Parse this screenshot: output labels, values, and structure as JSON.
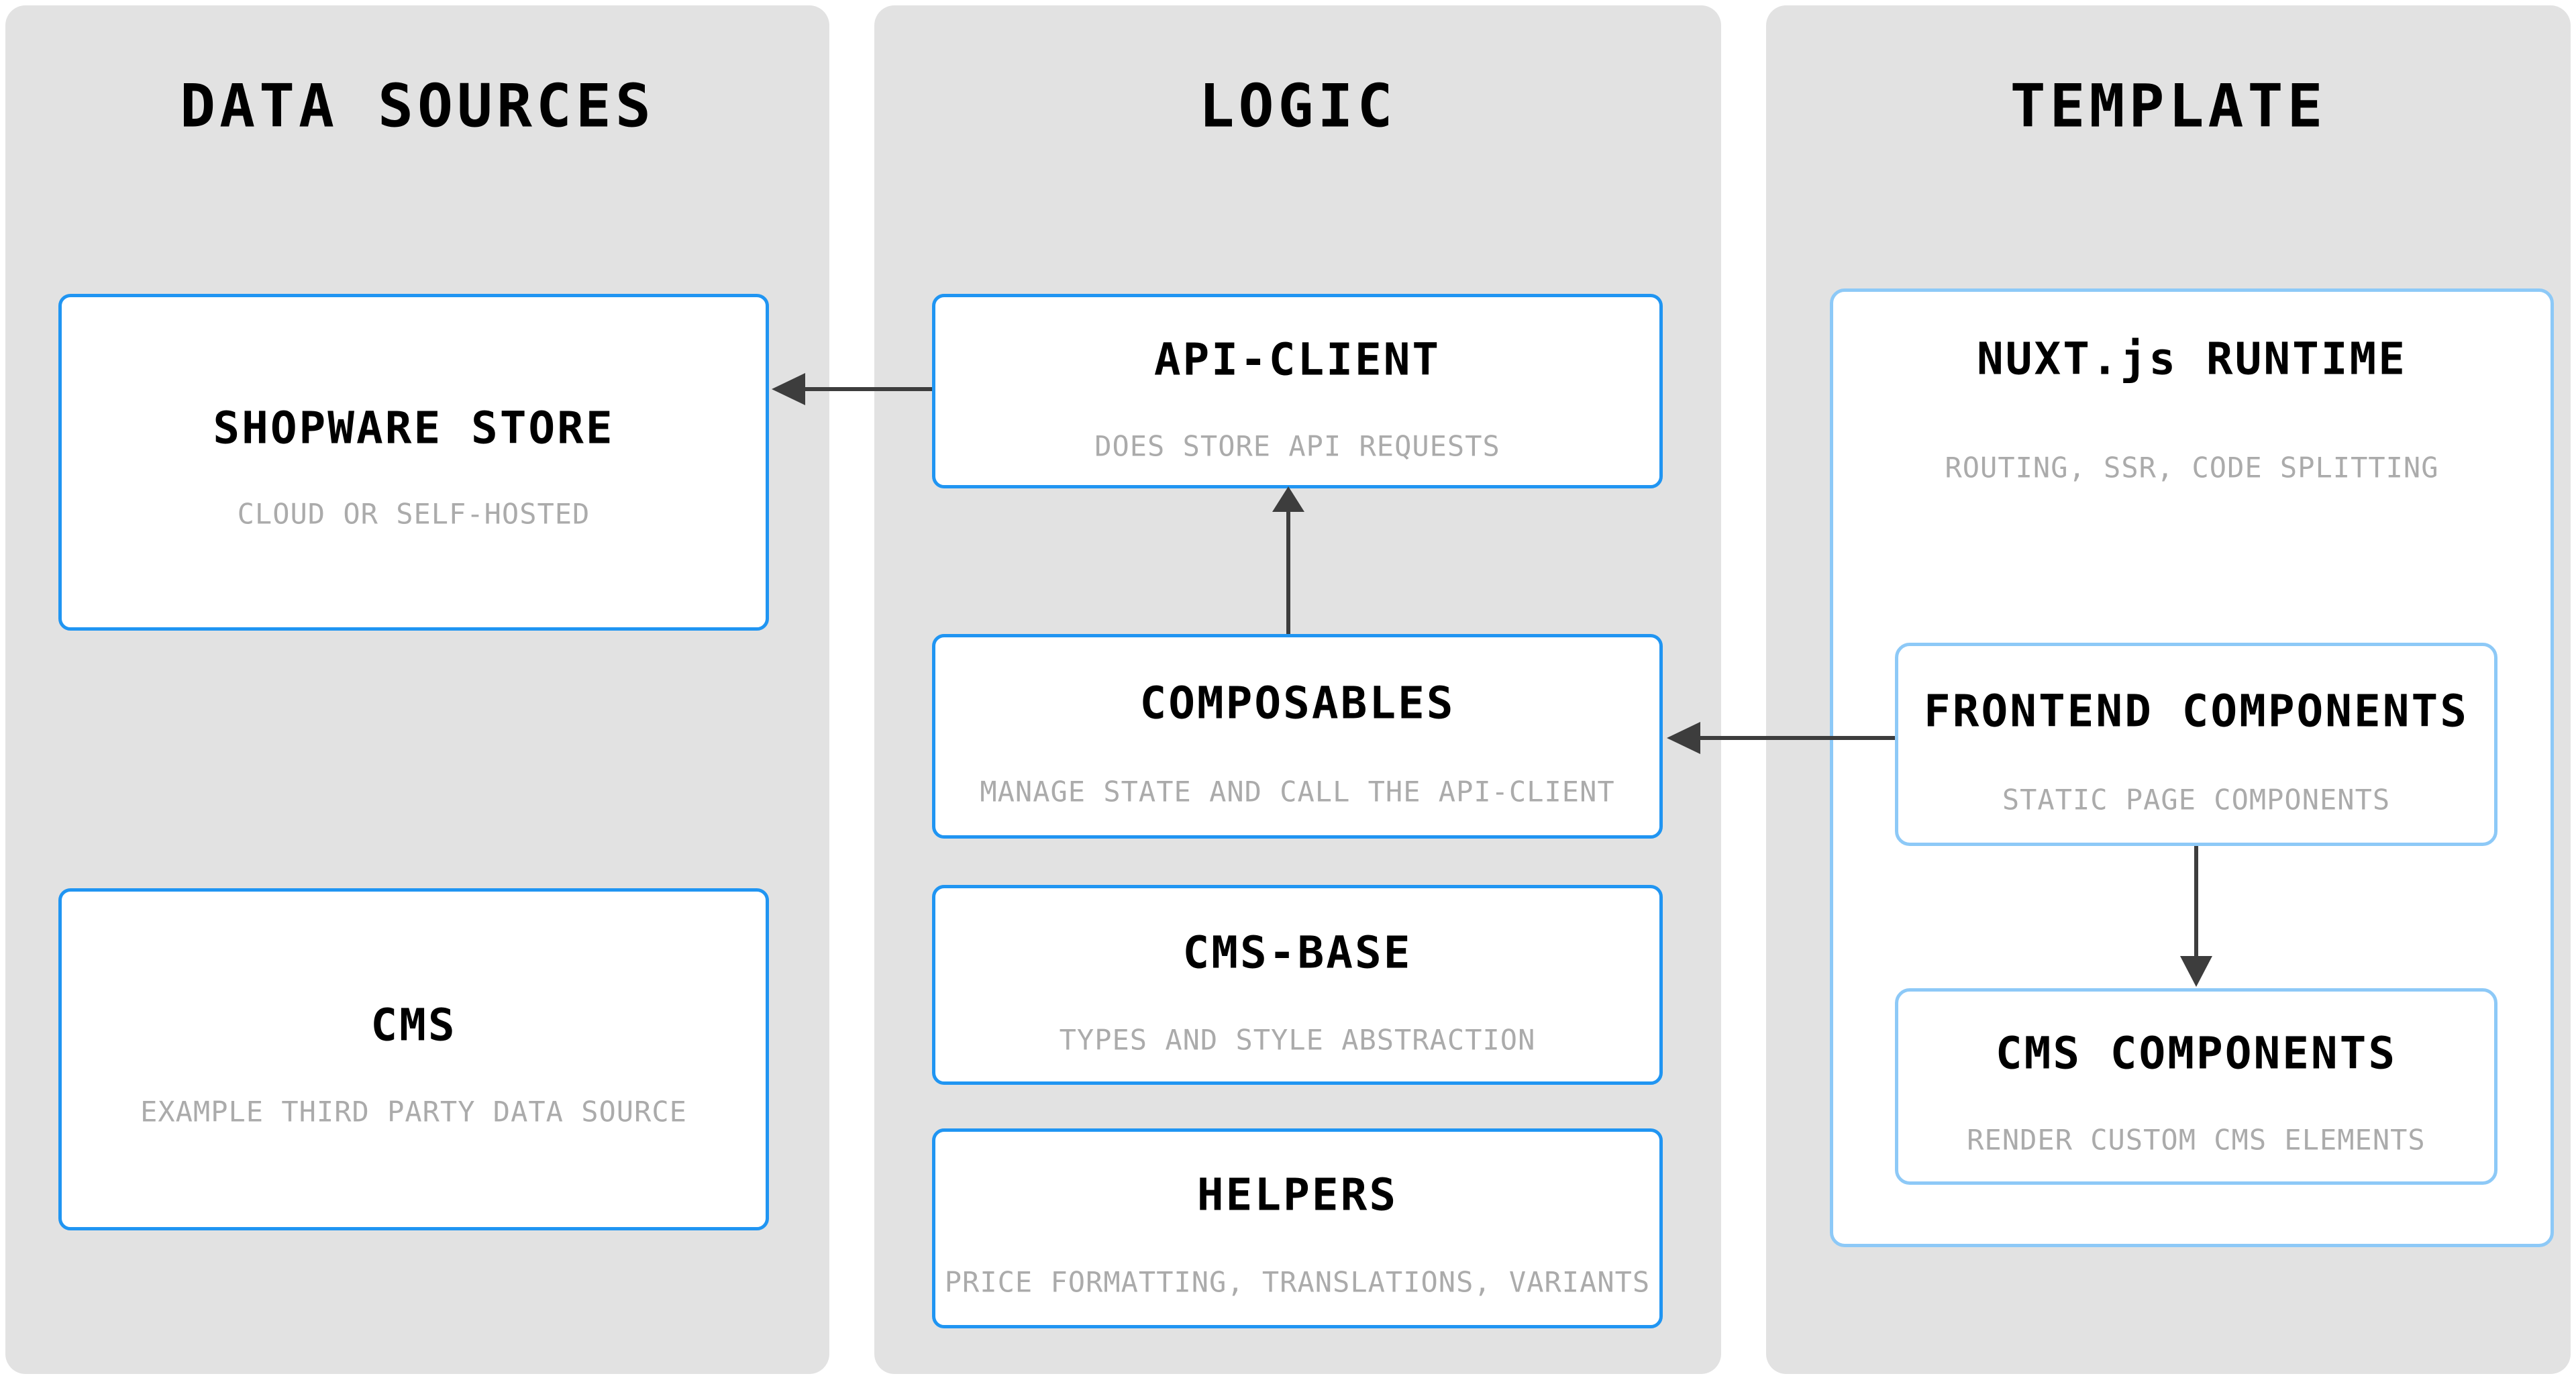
{
  "diagram": {
    "columns": [
      {
        "header": "DATA SOURCES",
        "boxes": [
          {
            "id": "shopware-store",
            "title": "SHOPWARE STORE",
            "subtitle": "CLOUD OR SELF-HOSTED"
          },
          {
            "id": "cms",
            "title": "CMS",
            "subtitle": "EXAMPLE THIRD PARTY DATA SOURCE"
          }
        ]
      },
      {
        "header": "LOGIC",
        "boxes": [
          {
            "id": "api-client",
            "title": "API-CLIENT",
            "subtitle": "DOES STORE API REQUESTS"
          },
          {
            "id": "composables",
            "title": "COMPOSABLES",
            "subtitle": "MANAGE STATE AND CALL THE API-CLIENT"
          },
          {
            "id": "cms-base",
            "title": "CMS-BASE",
            "subtitle": "TYPES AND STYLE ABSTRACTION"
          },
          {
            "id": "helpers",
            "title": "HELPERS",
            "subtitle": "PRICE FORMATTING, TRANSLATIONS, VARIANTS"
          }
        ]
      },
      {
        "header": "TEMPLATE",
        "boxes": [
          {
            "id": "nuxt-runtime",
            "title": "NUXT.js RUNTIME",
            "subtitle": "ROUTING, SSR, CODE SPLITTING"
          },
          {
            "id": "frontend-components",
            "title": "FRONTEND COMPONENTS",
            "subtitle": "STATIC PAGE COMPONENTS"
          },
          {
            "id": "cms-components",
            "title": "CMS COMPONENTS",
            "subtitle": "RENDER CUSTOM CMS ELEMENTS"
          }
        ]
      }
    ],
    "connections": [
      {
        "from": "api-client",
        "to": "shopware-store"
      },
      {
        "from": "composables",
        "to": "api-client"
      },
      {
        "from": "frontend-components",
        "to": "composables"
      },
      {
        "from": "frontend-components",
        "to": "cms-components"
      }
    ],
    "colors": {
      "page_bg": "#ffffff",
      "panel_bg": "#e2e2e2",
      "box_border_strong": "#2095f2",
      "box_border_light": "#8dc9f7",
      "title_text": "#000000",
      "subtitle_text": "#ababab",
      "arrow": "#3d3d3d"
    }
  }
}
